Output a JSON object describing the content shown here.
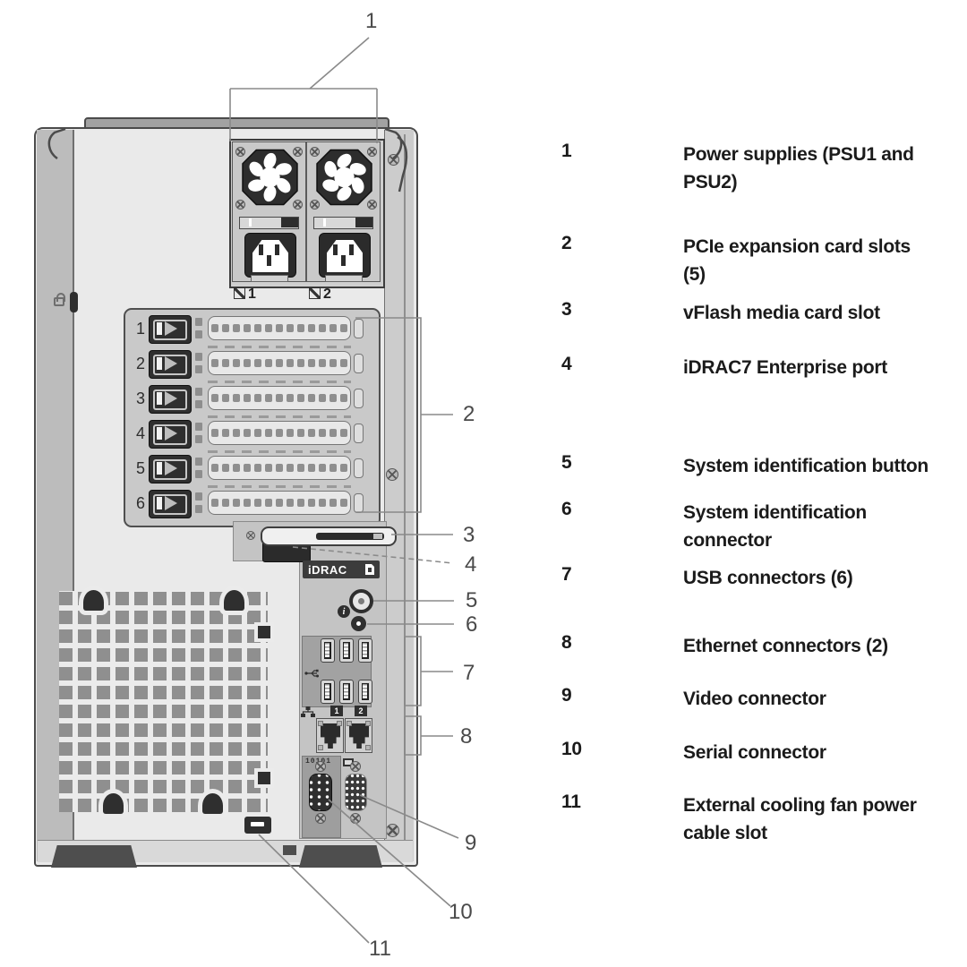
{
  "diagram": {
    "callouts": {
      "c1": "1",
      "c2": "2",
      "c3": "3",
      "c4": "4",
      "c5": "5",
      "c6": "6",
      "c7": "7",
      "c8": "8",
      "c9": "9",
      "c10": "10",
      "c11": "11"
    },
    "psu_labels": [
      "1",
      "2"
    ],
    "pcie_slots": [
      "1",
      "2",
      "3",
      "4",
      "5",
      "6"
    ],
    "idrac_label": "iDRAC",
    "ethernet_labels": [
      "1",
      "2"
    ],
    "serial_icon_text": "10101",
    "colors": {
      "callout_line": "#8a8a8a",
      "chassis_border": "#4b4b4b",
      "legend_text": "#1b1b1b",
      "dark_part": "#2f2f2f"
    }
  },
  "legend": {
    "rows": [
      {
        "num": "1",
        "lines": [
          "Power supplies (PSU1 and",
          "PSU2)"
        ]
      },
      {
        "num": "2",
        "lines": [
          "PCIe expansion card slots",
          "(5)"
        ]
      },
      {
        "num": "3",
        "lines": [
          "vFlash media card slot"
        ]
      },
      {
        "num": "4",
        "lines": [
          "iDRAC7 Enterprise port"
        ]
      },
      {
        "num": "5",
        "lines": [
          "System identification button"
        ]
      },
      {
        "num": "6",
        "lines": [
          "System identification",
          "connector"
        ]
      },
      {
        "num": "7",
        "lines": [
          "USB connectors (6)"
        ]
      },
      {
        "num": "8",
        "lines": [
          "Ethernet connectors (2)"
        ]
      },
      {
        "num": "9",
        "lines": [
          "Video connector"
        ]
      },
      {
        "num": "10",
        "lines": [
          "Serial connector"
        ]
      },
      {
        "num": "11",
        "lines": [
          "External cooling fan power",
          "cable slot"
        ]
      }
    ]
  }
}
